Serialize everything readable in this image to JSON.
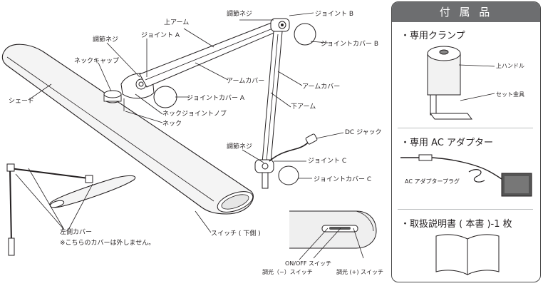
{
  "labels": {
    "upper_arm": "上アーム",
    "adjust_knob_top": "調節ネジ",
    "joint_b": "ジョイント B",
    "joint_a": "ジョイント A",
    "adjust_knob_left": "調節ネジ",
    "joint_cover_b": "ジョイントカバー B",
    "neck_cap": "ネックキャップ",
    "arm_cover_upper": "アームカバー",
    "arm_cover_lower": "アームカバー",
    "joint_cover_a": "ジョイントカバー A",
    "shade": "シェード",
    "lower_arm": "下アーム",
    "neck_joint_knob": "ネックジョイントノブ",
    "neck": "ネック",
    "dc_jack": "DC ジャック",
    "adjust_knob_bottom": "調節ネジ",
    "joint_c": "ジョイント C",
    "joint_cover_c": "ジョイントカバー C",
    "left_cover": "左側カバー",
    "left_cover_note": "※こちらのカバーは外しません。",
    "switch_bottom": "スイッチ ( 下側 )",
    "dim_minus": "調光（−）スイッチ",
    "onoff": "ON/OFF スイッチ",
    "dim_plus": "調光 (+) スイッチ"
  },
  "accessories": {
    "title": "付 属 品",
    "clamp": "・専用クランプ",
    "upper_handle": "上ハンドル",
    "set_fitting": "セット金具",
    "adapter": "・専用 AC アダプター",
    "adapter_plug": "AC アダプタープラグ",
    "manual": "・取扱説明書 ( 本書 )-1 枚"
  }
}
